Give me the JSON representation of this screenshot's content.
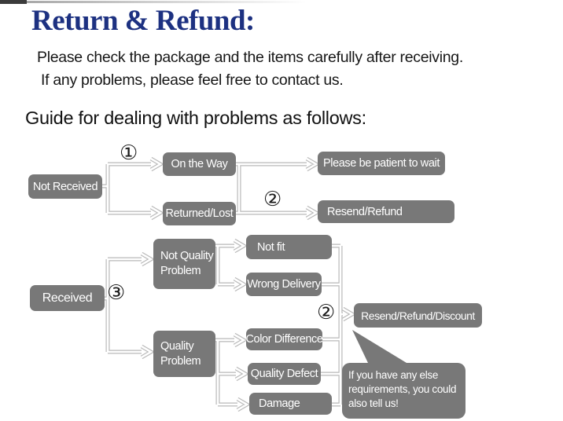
{
  "header": {
    "title": "Return & Refund:",
    "intro_line1": "Please check the package and the items carefully after receiving.",
    "intro_line2": "If any problems, please feel free to contact us.",
    "guide_heading": "Guide for dealing with problems as follows:"
  },
  "colors": {
    "title_navy": "#1d3181",
    "node_fill": "#787878",
    "node_text": "#ffffff",
    "connector_gray": "#b9b9b9",
    "step_number": "#1a1a1a"
  },
  "steps": {
    "one": "①",
    "two": "②",
    "three": "③"
  },
  "nodes": {
    "not_received": "Not Received",
    "on_the_way": "On the Way",
    "returned_lost": "Returned/Lost",
    "patient_wait": "Please be patient to wait",
    "resend_refund": "Resend/Refund",
    "received": "Received",
    "not_quality_problem": "Not Quality Problem",
    "quality_problem": "Quality Problem",
    "not_fit": "Not fit",
    "wrong_delivery": "Wrong Delivery",
    "color_difference": "Color Difference",
    "quality_defect": "Quality Defect",
    "damage": "Damage",
    "resend_refund_discount": "Resend/Refund/Discount",
    "bubble_note": "If you have any else requirements, you could also tell us!"
  }
}
